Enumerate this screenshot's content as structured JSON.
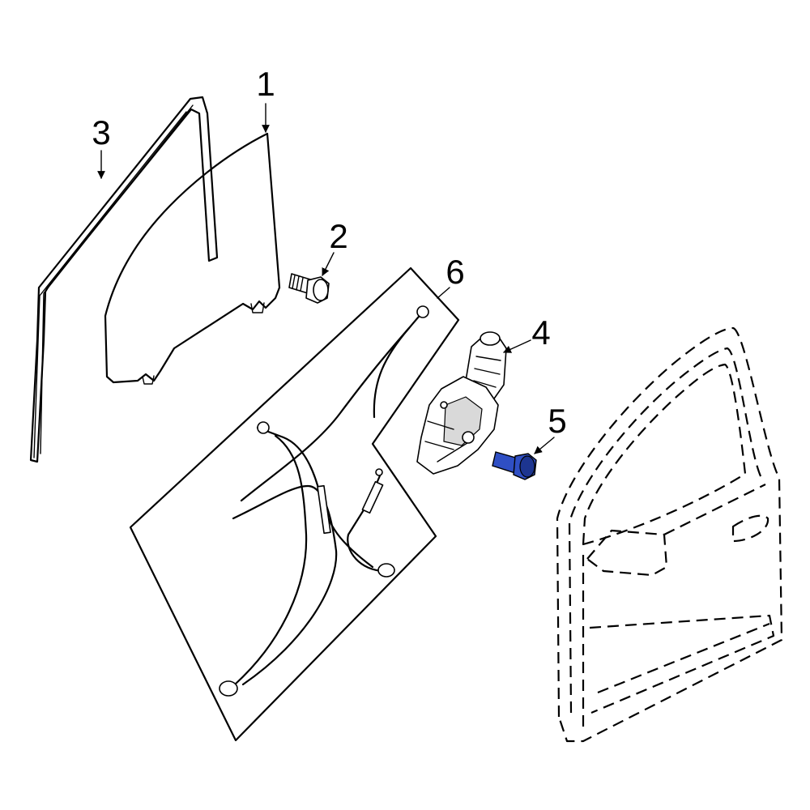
{
  "callouts": [
    {
      "id": "glass",
      "label": "1"
    },
    {
      "id": "glass-bolt",
      "label": "2"
    },
    {
      "id": "run-channel",
      "label": "3"
    },
    {
      "id": "regulator-motor",
      "label": "4"
    },
    {
      "id": "motor-bolt",
      "label": "5"
    },
    {
      "id": "regulator-assembly",
      "label": "6"
    }
  ],
  "colors": {
    "highlight": "#2f4fc4",
    "highlight_dark": "#1d3590",
    "line": "#000000",
    "background": "#ffffff"
  }
}
